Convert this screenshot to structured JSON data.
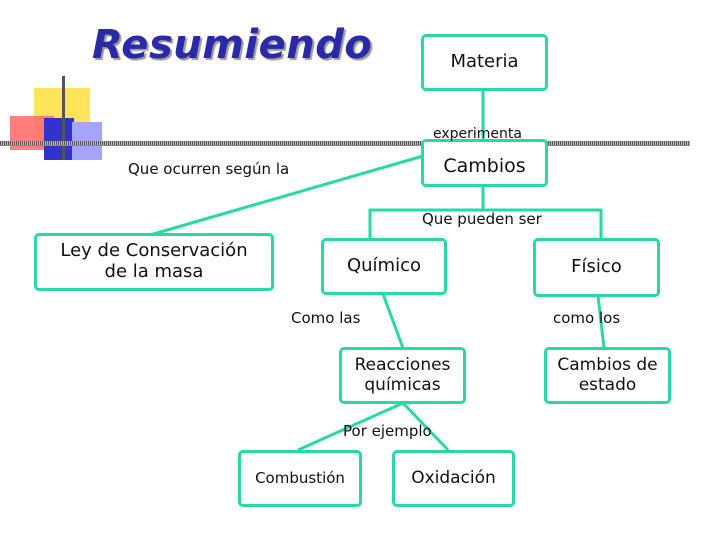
{
  "title": "Resumiendo",
  "nodes": {
    "materia": "Materia",
    "cambios": "Cambios",
    "ley_line1": "Ley de Conservación",
    "ley_line2": "de la masa",
    "quimico": "Químico",
    "fisico": "Físico",
    "reacciones_line1": "Reacciones",
    "reacciones_line2": "químicas",
    "cambios_estado_line1": "Cambios de",
    "cambios_estado_line2": "estado",
    "combustion": "Combustión",
    "oxidacion": "Oxidación"
  },
  "links": {
    "experimenta": "experimenta",
    "que_ocurren": "Que ocurren según la",
    "que_pueden_ser": "Que pueden ser",
    "como_las": "Como las",
    "como_los": "como los",
    "por_ejemplo": "Por ejemplo"
  },
  "colors": {
    "node_border": "#27d9a6",
    "connector": "#27d9a6",
    "title": "#2a2aa8",
    "deco_yellow": "#ffe45c",
    "deco_red": "#ff6b6b",
    "deco_blue": "#3333cc",
    "deco_lavender": "#9b9bff"
  }
}
